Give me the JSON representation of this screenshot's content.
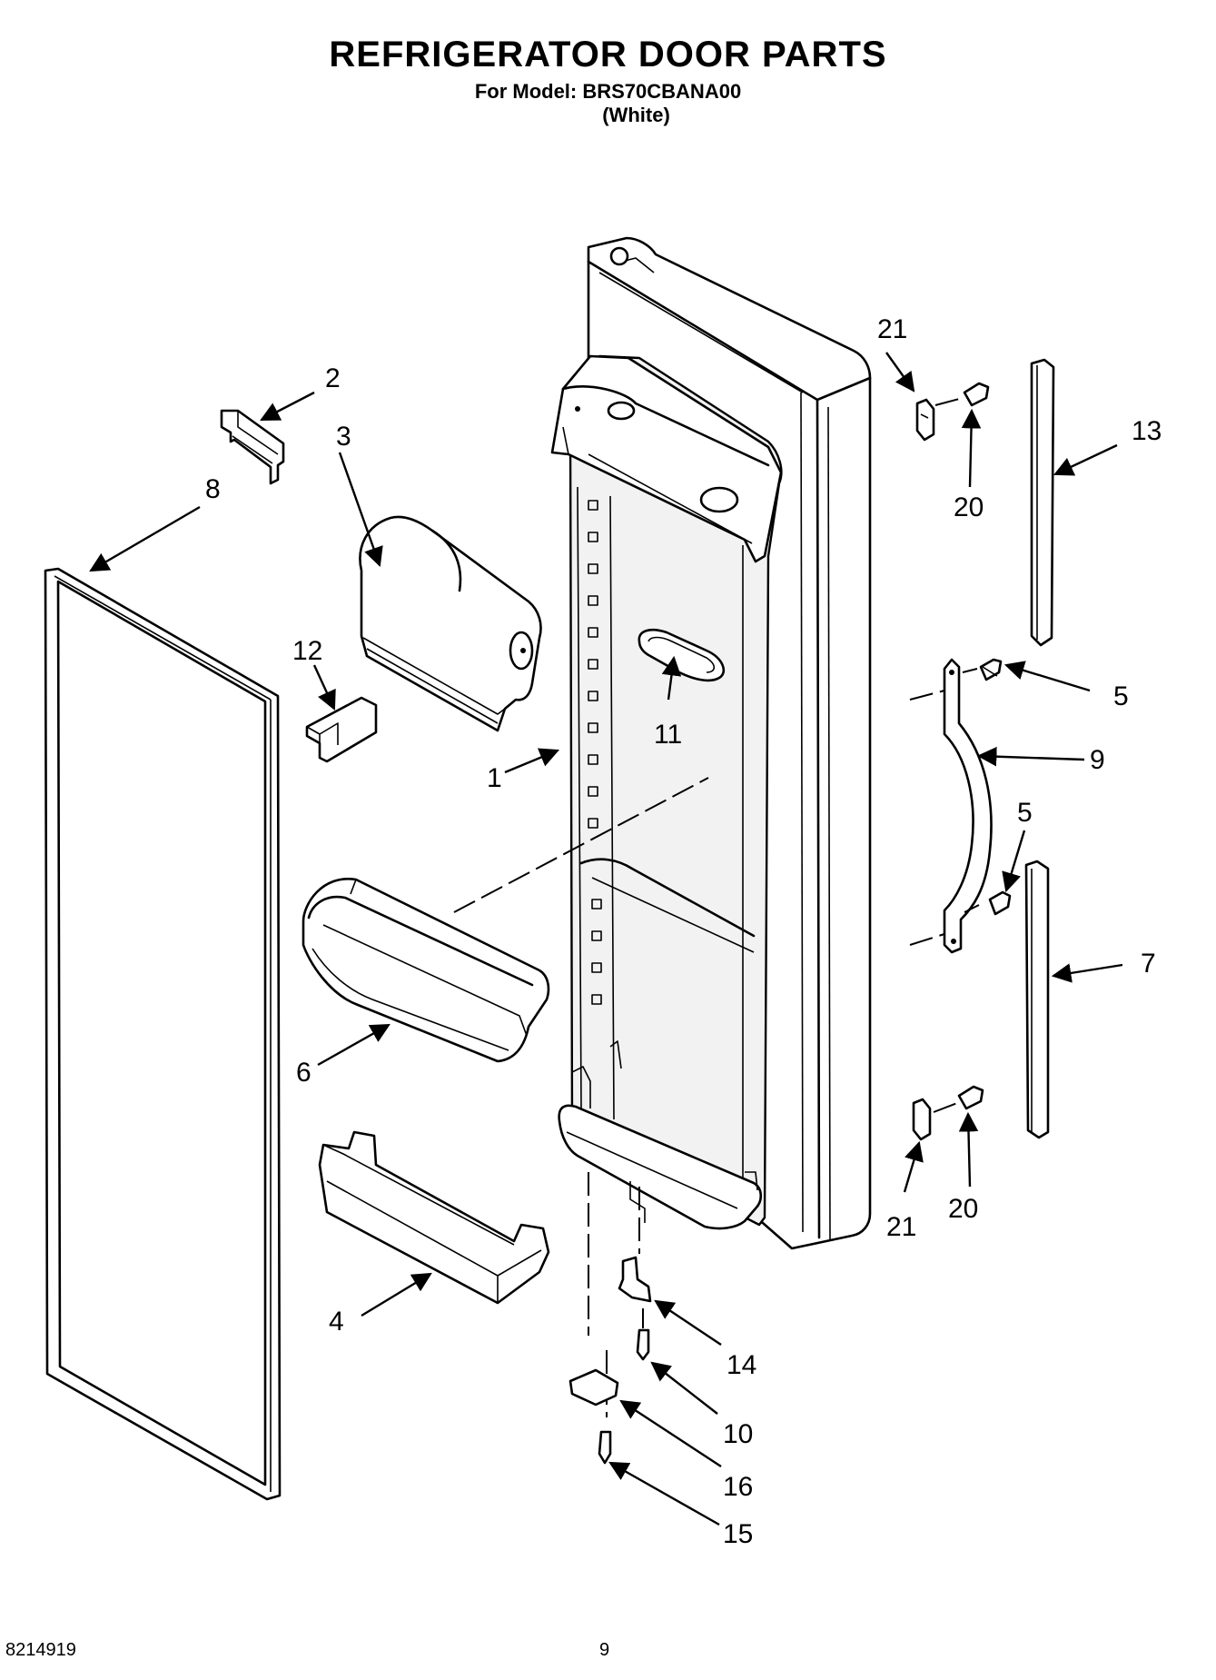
{
  "header": {
    "title": "REFRIGERATOR DOOR PARTS",
    "model_line": "For Model: BRS70CBANA00",
    "variant": "(White)"
  },
  "footer": {
    "document_number": "8214919",
    "page_number": "9"
  },
  "callouts": {
    "c1": "1",
    "c2": "2",
    "c3": "3",
    "c4": "4",
    "c5a": "5",
    "c5b": "5",
    "c6": "6",
    "c7": "7",
    "c8": "8",
    "c9": "9",
    "c10": "10",
    "c11": "11",
    "c12": "12",
    "c13": "13",
    "c14": "14",
    "c15": "15",
    "c16": "16",
    "c20a": "20",
    "c20b": "20",
    "c21a": "21",
    "c21b": "21"
  }
}
